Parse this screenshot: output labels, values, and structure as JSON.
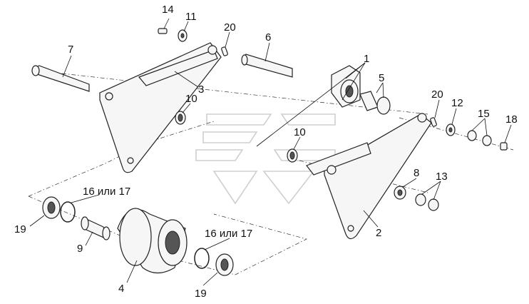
{
  "labels": {
    "p1": "1",
    "p2": "2",
    "p3": "3",
    "p4": "4",
    "p5": "5",
    "p6": "6",
    "p7": "7",
    "p8": "8",
    "p9": "9",
    "p10a": "10",
    "p10b": "10",
    "p11": "11",
    "p12": "12",
    "p13": "13",
    "p14": "14",
    "p15": "15",
    "p16a": "16 или 17",
    "p16b": "16 или 17",
    "p18": "18",
    "p19a": "19",
    "p19b": "19",
    "p20a": "20",
    "p20b": "20"
  }
}
